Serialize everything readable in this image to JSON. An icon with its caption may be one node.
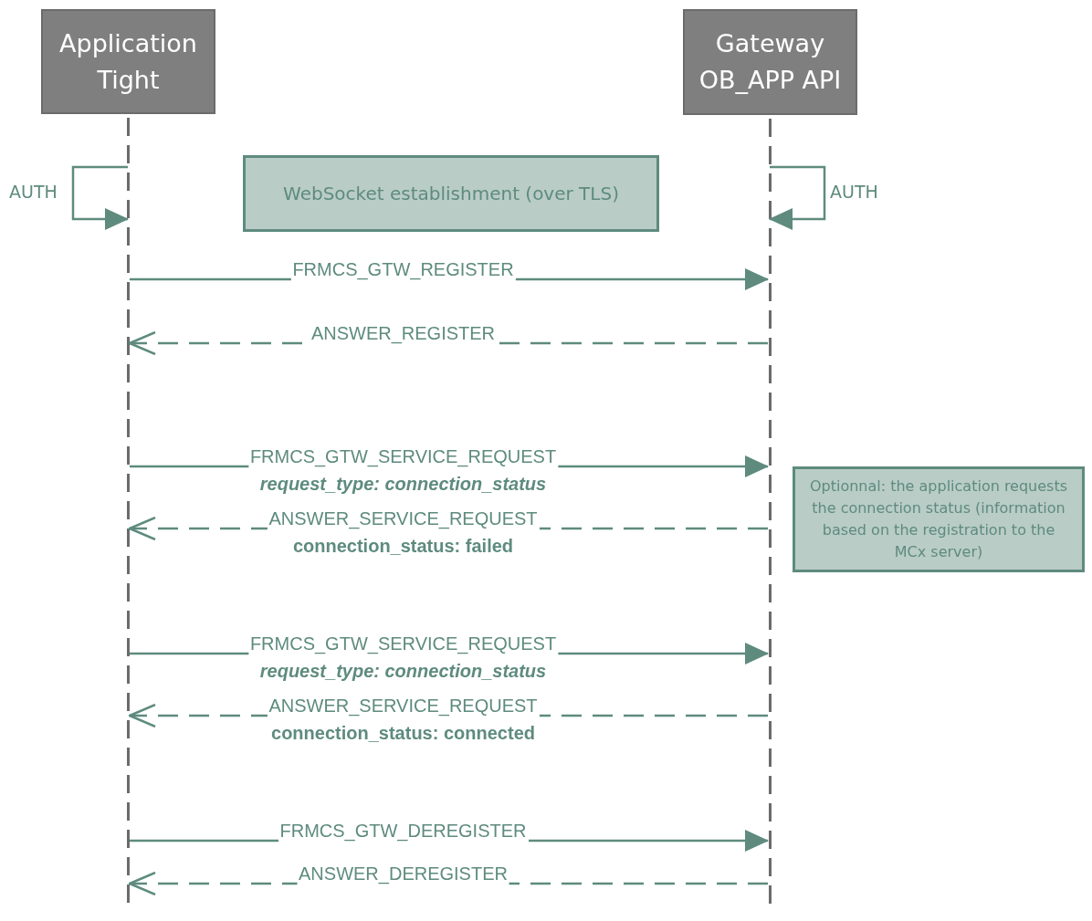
{
  "diagram": {
    "nodes": [
      {
        "text": [
          "Application Tight"
        ]
      },
      {
        "text": [
          "Gateway OB_APP API"
        ]
      },
      {
        "text": [
          "WebSocket establishment (over TLS)"
        ]
      },
      {
        "text": [
          "Optionnal: the application requests the connection status (information based on the registration to the MCx server)"
        ]
      }
    ],
    "edges": [
      {
        "from": 0,
        "to": 0,
        "arrow": "to",
        "label": "AUTH"
      },
      {
        "from": 1,
        "to": 1,
        "arrow": "to",
        "label": "AUTH"
      },
      {
        "from": 0,
        "to": 1,
        "arrow": "to",
        "label": "FRMCS_GTW_REGISTER"
      },
      {
        "from": 1,
        "to": 0,
        "arrow": "to",
        "label": "ANSWER_REGISTER",
        "style": "dashed"
      },
      {
        "from": 0,
        "to": 1,
        "arrow": "to",
        "label": "FRMCS_GTW_SERVICE_REQUEST *request_type: connection_status*"
      },
      {
        "from": 1,
        "to": 0,
        "arrow": "to",
        "label": "ANSWER_SERVICE_REQUEST **connection_status: failed**",
        "style": "dashed"
      },
      {
        "from": 0,
        "to": 1,
        "arrow": "to",
        "label": "FRMCS_GTW_SERVICE_REQUEST *request_type: connection_status*"
      },
      {
        "from": 1,
        "to": 0,
        "arrow": "to",
        "label": "ANSWER_SERVICE_REQUEST **connection_status: connected**",
        "style": "dashed"
      },
      {
        "from": 0,
        "to": 1,
        "arrow": "to",
        "label": "FRMCS_GTW_DEREGISTER"
      },
      {
        "from": 1,
        "to": 0,
        "arrow": "to",
        "label": "ANSWER_DEREGISTER",
        "style": "dashed"
      }
    ]
  }
}
